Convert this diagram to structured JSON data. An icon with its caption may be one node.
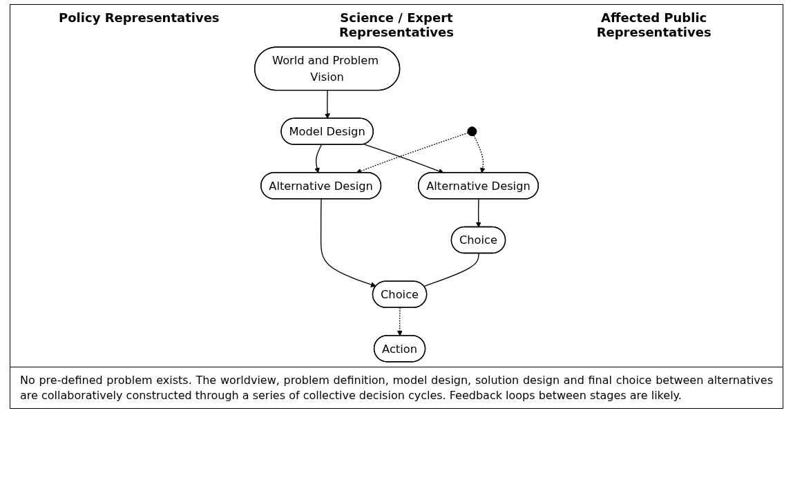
{
  "diagram": {
    "caption": "No pre-defined problem exists. The worldview, problem definition, model design, solution design and final choice between alternatives are collaboratively constructed through a series of collective decision cycles. Feedback loops between stages are likely.",
    "nodes": [
      {
        "text": [
          "World and Problem Vision"
        ]
      },
      {
        "text": [
          "Model Design"
        ]
      },
      {
        "text": [
          "Alternative Design"
        ]
      },
      {
        "text": [],
        "shape": "circle"
      },
      {
        "text": [
          "Alternative Design"
        ]
      },
      {
        "text": [
          "Choice"
        ]
      },
      {
        "text": [
          "Choice"
        ]
      },
      {
        "text": [
          "Action"
        ]
      }
    ],
    "edges": [
      {
        "from": 0,
        "to": 1,
        "arrow": "to"
      },
      {
        "from": 1,
        "to": 2,
        "arrow": "to"
      },
      {
        "from": 1,
        "to": 4,
        "arrow": "to"
      },
      {
        "from": 3,
        "to": 2,
        "arrow": "to",
        "style": "dashed"
      },
      {
        "from": 3,
        "to": 4,
        "arrow": "to",
        "style": "dashed"
      },
      {
        "from": 2,
        "to": 5,
        "arrow": "to"
      },
      {
        "from": 4,
        "to": 6,
        "arrow": "to"
      },
      {
        "from": 5,
        "to": 6,
        "arrow": "none"
      },
      {
        "from": 6,
        "to": 7,
        "arrow": "to",
        "style": "dashed"
      }
    ],
    "labels": [
      "Policy Representatives",
      "Science / Expert Representatives",
      "Affected Public Representatives"
    ]
  }
}
